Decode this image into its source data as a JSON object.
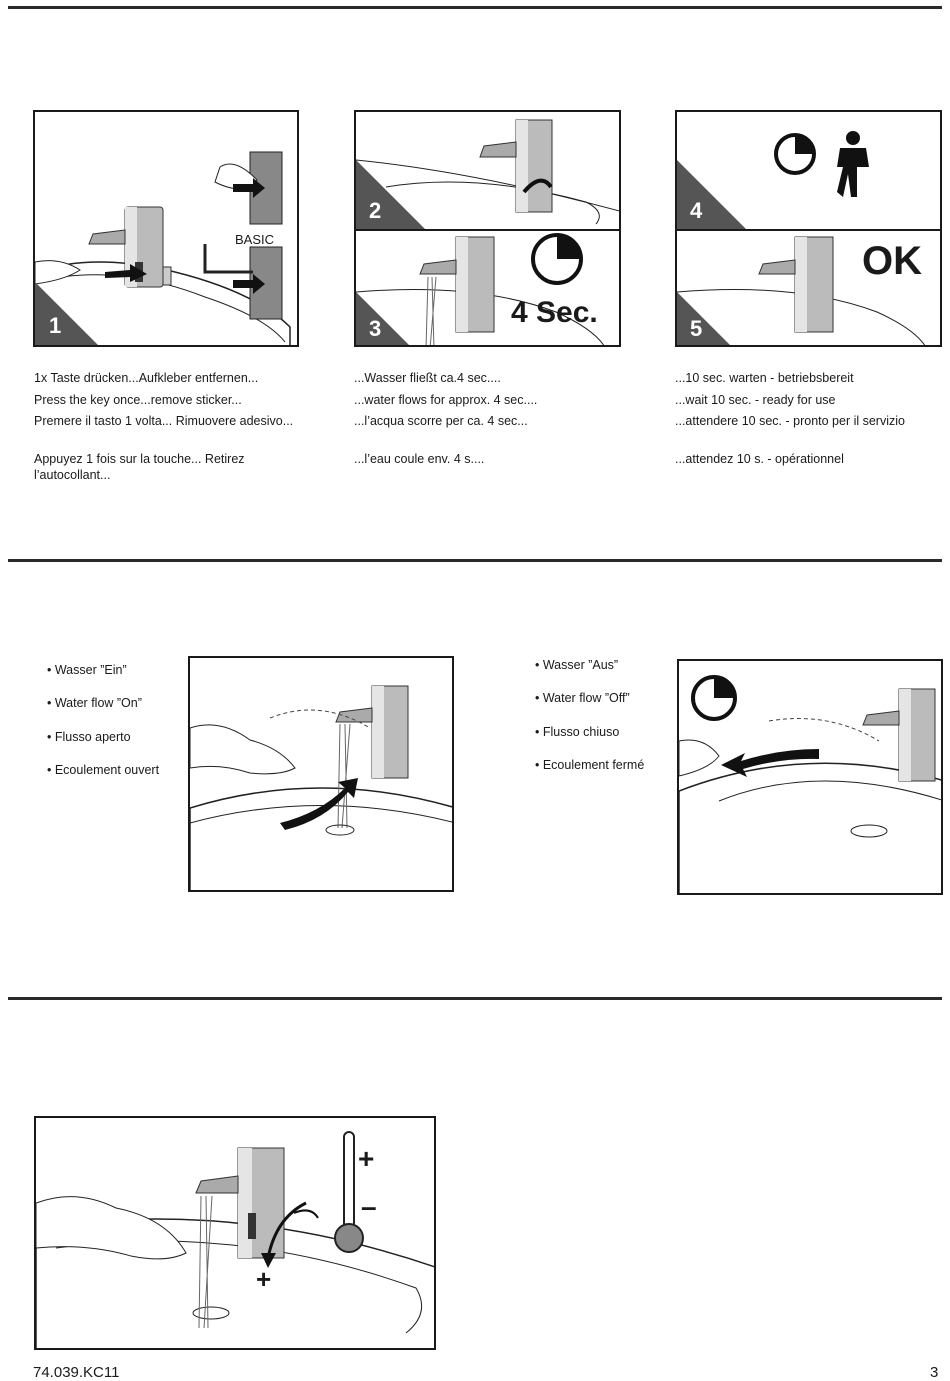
{
  "steps": {
    "s1_number": "1",
    "s2_number": "2",
    "s3_number": "3",
    "s4_number": "4",
    "s5_number": "5",
    "s1_basic_label": "BASIC",
    "s3_duration": "4 Sec.",
    "s5_ok": "OK"
  },
  "texts": {
    "col1": [
      "1x Taste drücken...Aufkleber entfernen...",
      "Press the key once...remove sticker...",
      "Premere il tasto 1 volta... Rimuovere adesivo...",
      "Appuyez 1 fois sur la touche... Retirez l’autocollant..."
    ],
    "col2": [
      "...Wasser fließt ca.4 sec....",
      "...water flows for approx. 4 sec....",
      "...l’acqua scorre per ca. 4 sec...",
      "...l’eau coule env. 4 s...."
    ],
    "col3": [
      "...10 sec. warten - betriebsbereit",
      "...wait 10 sec. - ready for use",
      "...attendere 10 sec. - pronto per il servizio",
      "...attendez 10 s. - opérationnel"
    ]
  },
  "water_on": [
    "• Wasser ”Ein”",
    "• Water flow ”On”",
    "• Flusso aperto",
    "• Ecoulement ouvert"
  ],
  "water_off": [
    "• Wasser ”Aus”",
    "• Water flow ”Off”",
    "• Flusso chiuso",
    "• Ecoulement fermé"
  ],
  "temperature": {
    "plus": "+",
    "minus": "–",
    "plus_bottom": "+"
  },
  "footer": {
    "code": "74.039.KC11",
    "page": "3"
  }
}
